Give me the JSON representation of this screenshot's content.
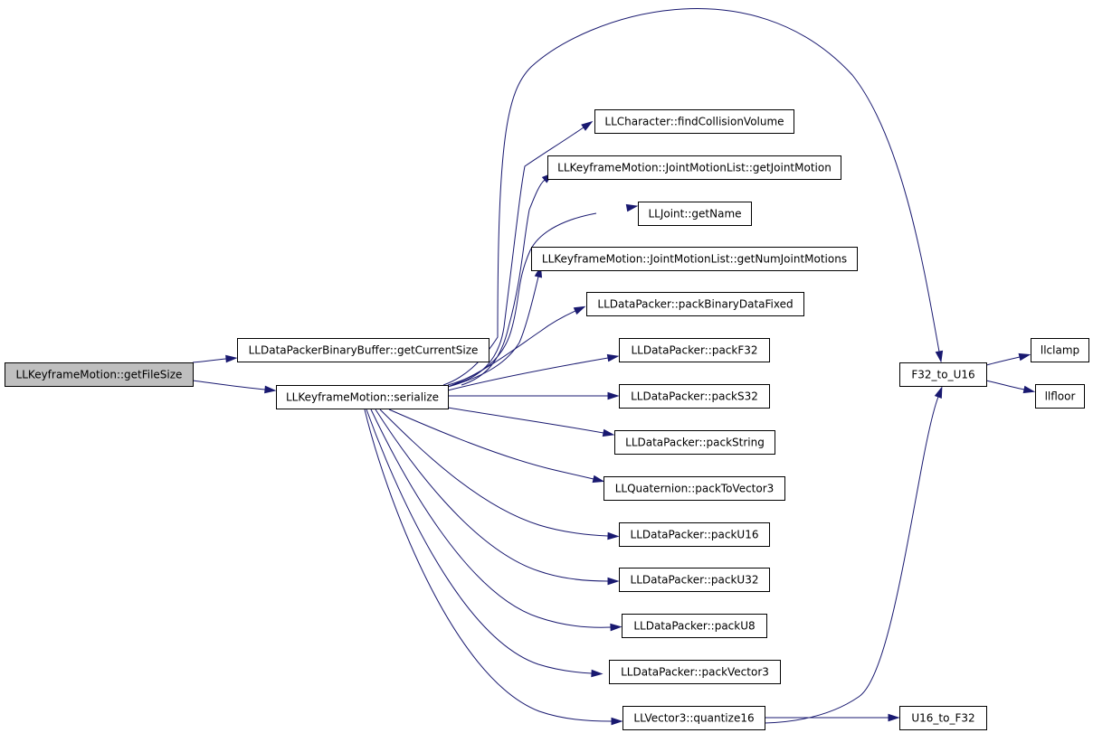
{
  "colors": {
    "edge": "#191970",
    "root_fill": "#bfbfbf",
    "node_fill": "#ffffff",
    "node_border": "#000000"
  },
  "nodes": [
    {
      "id": "getFileSize",
      "label": "LLKeyframeMotion::getFileSize",
      "root": true
    },
    {
      "id": "getCurrentSize",
      "label": "LLDataPackerBinaryBuffer::getCurrentSize"
    },
    {
      "id": "serialize",
      "label": "LLKeyframeMotion::serialize"
    },
    {
      "id": "findCollisionVolume",
      "label": "LLCharacter::findCollisionVolume"
    },
    {
      "id": "getJointMotion",
      "label": "LLKeyframeMotion::JointMotionList::getJointMotion"
    },
    {
      "id": "getName",
      "label": "LLJoint::getName"
    },
    {
      "id": "getNumJointMotions",
      "label": "LLKeyframeMotion::JointMotionList::getNumJointMotions"
    },
    {
      "id": "packBinaryDataFixed",
      "label": "LLDataPacker::packBinaryDataFixed"
    },
    {
      "id": "packF32",
      "label": "LLDataPacker::packF32"
    },
    {
      "id": "packS32",
      "label": "LLDataPacker::packS32"
    },
    {
      "id": "packString",
      "label": "LLDataPacker::packString"
    },
    {
      "id": "packToVector3",
      "label": "LLQuaternion::packToVector3"
    },
    {
      "id": "packU16",
      "label": "LLDataPacker::packU16"
    },
    {
      "id": "packU32",
      "label": "LLDataPacker::packU32"
    },
    {
      "id": "packU8",
      "label": "LLDataPacker::packU8"
    },
    {
      "id": "packVector3",
      "label": "LLDataPacker::packVector3"
    },
    {
      "id": "quantize16",
      "label": "LLVector3::quantize16"
    },
    {
      "id": "F32_to_U16",
      "label": "F32_to_U16"
    },
    {
      "id": "llclamp",
      "label": "llclamp"
    },
    {
      "id": "llfloor",
      "label": "llfloor"
    },
    {
      "id": "U16_to_F32",
      "label": "U16_to_F32"
    }
  ],
  "edges": [
    {
      "from": "getFileSize",
      "to": "getCurrentSize"
    },
    {
      "from": "getFileSize",
      "to": "serialize"
    },
    {
      "from": "serialize",
      "to": "F32_to_U16"
    },
    {
      "from": "serialize",
      "to": "findCollisionVolume"
    },
    {
      "from": "serialize",
      "to": "getJointMotion"
    },
    {
      "from": "serialize",
      "to": "getName"
    },
    {
      "from": "serialize",
      "to": "getNumJointMotions"
    },
    {
      "from": "serialize",
      "to": "packBinaryDataFixed"
    },
    {
      "from": "serialize",
      "to": "packF32"
    },
    {
      "from": "serialize",
      "to": "packS32"
    },
    {
      "from": "serialize",
      "to": "packString"
    },
    {
      "from": "serialize",
      "to": "packToVector3"
    },
    {
      "from": "serialize",
      "to": "packU16"
    },
    {
      "from": "serialize",
      "to": "packU32"
    },
    {
      "from": "serialize",
      "to": "packU8"
    },
    {
      "from": "serialize",
      "to": "packVector3"
    },
    {
      "from": "serialize",
      "to": "quantize16"
    },
    {
      "from": "F32_to_U16",
      "to": "llclamp"
    },
    {
      "from": "F32_to_U16",
      "to": "llfloor"
    },
    {
      "from": "quantize16",
      "to": "F32_to_U16"
    },
    {
      "from": "quantize16",
      "to": "U16_to_F32"
    }
  ]
}
